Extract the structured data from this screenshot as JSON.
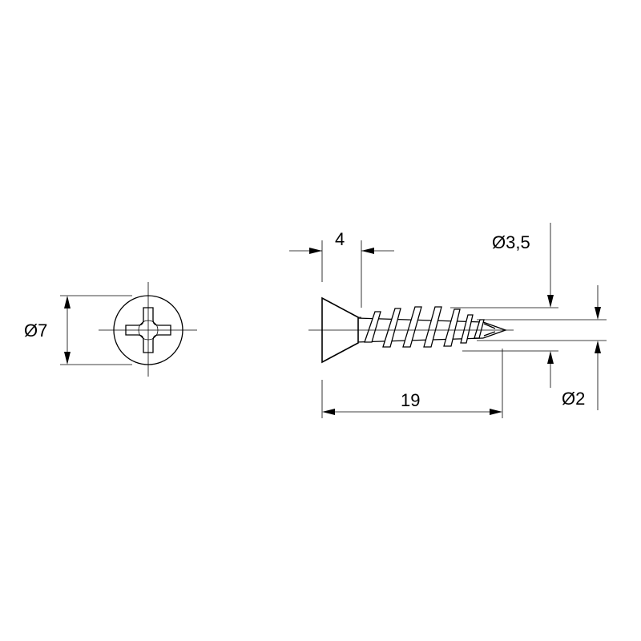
{
  "drawing": {
    "line_color": "#000000",
    "background": "#ffffff",
    "dimensions": {
      "head_diameter": "Ø7",
      "head_height": "4",
      "length": "19",
      "thread_diameter": "Ø3,5",
      "core_diameter": "Ø2"
    }
  }
}
